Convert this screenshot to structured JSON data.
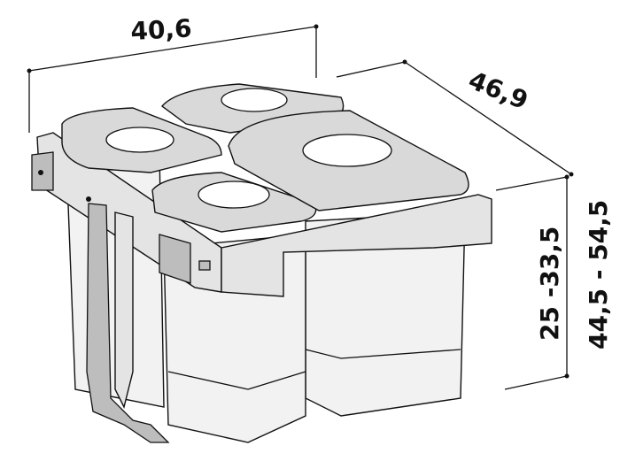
{
  "dimensions": {
    "width": "40,6",
    "depth": "46,9",
    "bin_height": "25 -33,5",
    "total_height": "44,5 - 54,5"
  }
}
